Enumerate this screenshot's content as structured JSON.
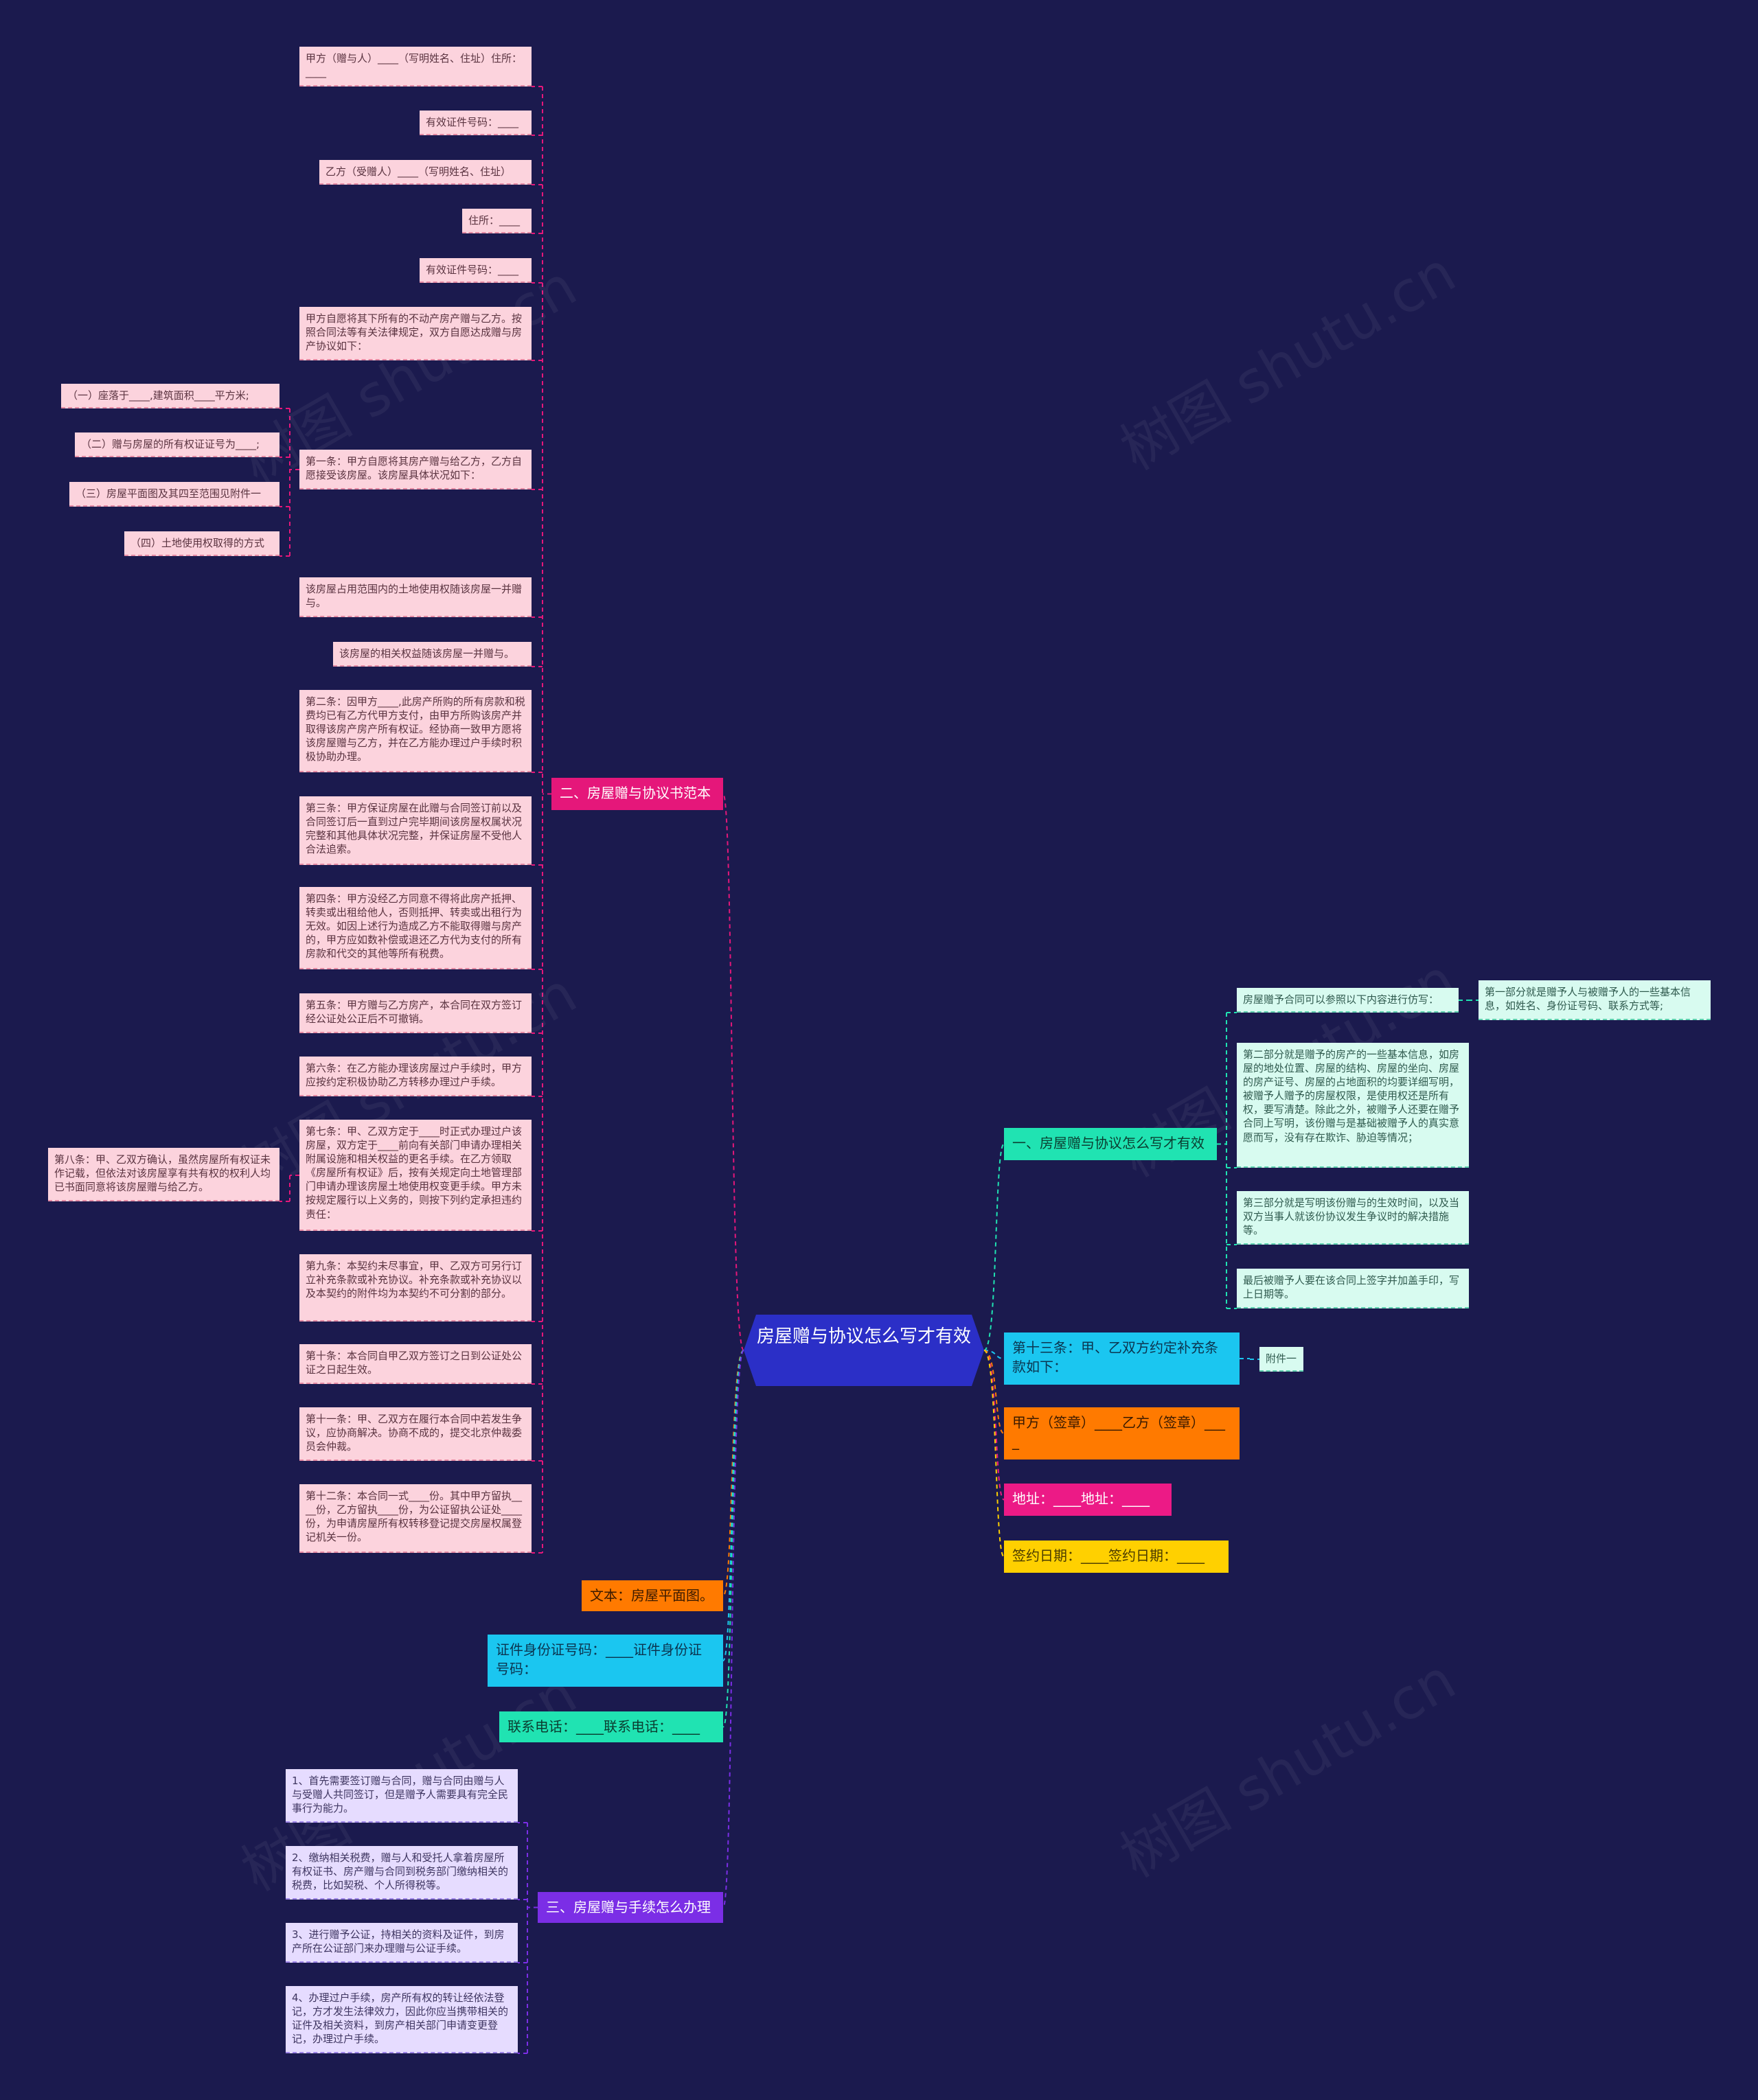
{
  "root": {
    "title": "房屋赠与协议怎么写才有效"
  },
  "watermark": "树图 shutu.cn",
  "colors": {
    "background": "#1b1a4e",
    "root": "#2b2fc7",
    "section_one": "#20e3b2",
    "section_two": "#e5177a",
    "section_three": "#7b2ee6",
    "cyan": "#1bc6f0",
    "orange": "#ff7a00",
    "magenta": "#ec1a86",
    "yellow": "#ffd000",
    "leaf_pink": "#fcd3dd",
    "leaf_lavender": "#e6dcff",
    "leaf_mint": "#d8fbf0"
  },
  "left": {
    "section_two": {
      "label": "二、房屋赠与协议书范本",
      "items": [
        "甲方（赠与人）____（写明姓名、住址）住所：____",
        "有效证件号码：____",
        "乙方（受赠人）____（写明姓名、住址）",
        "住所：____",
        "有效证件号码：____",
        "甲方自愿将其下所有的不动产房产赠与乙方。按照合同法等有关法律规定，双方自愿达成赠与房产协议如下：",
        "第一条：甲方自愿将其房产赠与给乙方，乙方自愿接受该房屋。该房屋具体状况如下：",
        "该房屋占用范围内的土地使用权随该房屋一并赠与。",
        "该房屋的相关权益随该房屋一并赠与。",
        "第二条：因甲方____,此房产所购的所有房款和税费均已有乙方代甲方支付，由甲方所购该房产并取得该房产房产所有权证。经协商一致甲方愿将该房屋赠与乙方，并在乙方能办理过户手续时积极协助办理。",
        "第三条：甲方保证房屋在此赠与合同签订前以及合同签订后一直到过户完毕期间该房屋权属状况完整和其他具体状况完整，并保证房屋不受他人合法追索。",
        "第四条：甲方没经乙方同意不得将此房产抵押、转卖或出租给他人，否则抵押、转卖或出租行为无效。如因上述行为造成乙方不能取得赠与房产的，甲方应如数补偿或退还乙方代为支付的所有房款和代交的其他等所有税费。",
        "第五条：甲方赠与乙方房产，本合同在双方签订经公证处公正后不可撤销。",
        "第六条：在乙方能办理该房屋过户手续时，甲方应按约定积极协助乙方转移办理过户手续。",
        "第七条：甲、乙双方定于____时正式办理过户该房屋，双方定于____前向有关部门申请办理相关附属设施和相关权益的更名手续。在乙方领取《房屋所有权证》后，按有关规定向土地管理部门申请办理该房屋土地使用权变更手续。甲方未按规定履行以上义务的，则按下列约定承担违约责任：",
        "第九条：本契约未尽事宜，甲、乙双方可另行订立补充条款或补充协议。补充条款或补充协议以及本契约的附件均为本契约不可分割的部分。",
        "第十条：本合同自甲乙双方签订之日到公证处公证之日起生效。",
        "第十一条：甲、乙双方在履行本合同中若发生争议，应协商解决。协商不成的，提交北京仲裁委员会仲裁。",
        "第十二条：本合同一式____份。其中甲方留执____份，乙方留执____份，为公证留执公证处____份，为申请房屋所有权转移登记提交房屋权属登记机关一份。"
      ],
      "sub_article_one": [
        "（一）座落于____,建筑面积____平方米;",
        "（二）赠与房屋的所有权证证号为____;",
        "（三）房屋平面图及其四至范围见附件一",
        "（四）土地使用权取得的方式"
      ],
      "sub_article_seven": "第八条：甲、乙双方确认，虽然房屋所有权证未作记载，但依法对该房屋享有共有权的权利人均已书面同意将该房屋赠与给乙方。"
    },
    "text_plan": "文本：房屋平面图。",
    "id_numbers": "证件身份证号码：____证件身份证号码：",
    "phones": "联系电话：____联系电话：____",
    "section_three": {
      "label": "三、房屋赠与手续怎么办理",
      "items": [
        "1、首先需要签订赠与合同，赠与合同由赠与人与受赠人共同签订，但是赠予人需要具有完全民事行为能力。",
        "2、缴纳相关税费，赠与人和受托人拿着房屋所有权证书、房产赠与合同到税务部门缴纳相关的税费，比如契税、个人所得税等。",
        "3、进行赠予公证，持相关的资料及证件，到房产所在公证部门来办理赠与公证手续。",
        "4、办理过户手续，房产所有权的转让经依法登记，方才发生法律效力，因此你应当携带相关的证件及相关资料，到房产相关部门申请变更登记，办理过户手续。"
      ]
    }
  },
  "right": {
    "section_one": {
      "label": "一、房屋赠与协议怎么写才有效",
      "items": [
        "房屋赠予合同可以参照以下内容进行仿写：",
        "第二部分就是赠予的房产的一些基本信息，如房屋的地处位置、房屋的结构、房屋的坐向、房屋的房产证号、房屋的占地面积的均要详细写明，被赠予人赠予的房屋权限，是使用权还是所有权，要写清楚。除此之外，被赠予人还要在赠予合同上写明，该份赠与是基础被赠予人的真实意愿而写，没有存在欺诈、胁迫等情况；",
        "第三部分就是写明该份赠与的生效时间，以及当双方当事人就该份协议发生争议时的解决措施等。",
        "最后被赠予人要在该合同上签字并加盖手印，写上日期等。"
      ],
      "first_item_child": "第一部分就是赠予人与被赠予人的一些基本信息，如姓名、身份证号码、联系方式等;"
    },
    "article_thirteen": {
      "label": "第十三条：甲、乙双方约定补充条款如下：",
      "child": "附件一"
    },
    "signatures": "甲方（签章）____乙方（签章）____",
    "addresses": "地址：____地址：____",
    "sign_dates": "签约日期：____签约日期：____"
  }
}
